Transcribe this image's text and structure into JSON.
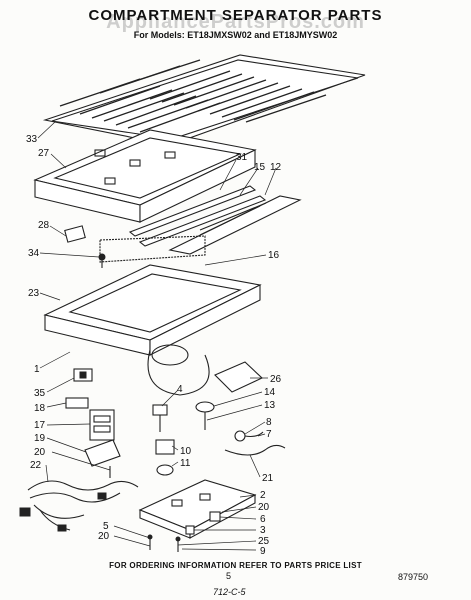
{
  "title": "COMPARTMENT SEPARATOR PARTS",
  "watermark": "AppliancePartsPros.com",
  "models": "For Models: ET18JMXSW02 and ET18JMYSW02",
  "footer": "FOR ORDERING INFORMATION REFER TO PARTS PRICE LIST",
  "page_number": "5",
  "document_number": "879750",
  "handwritten_note": "712-C-5",
  "callouts": {
    "c33": "33",
    "c27": "27",
    "c31": "31",
    "c15": "15",
    "c12": "12",
    "c28": "28",
    "c34": "34",
    "c16": "16",
    "c23": "23",
    "c1": "1",
    "c26": "26",
    "c35": "35",
    "c4": "4",
    "c14": "14",
    "c13": "13",
    "c18": "18",
    "c17": "17",
    "c8": "8",
    "c7": "7",
    "c10": "10",
    "c11": "11",
    "c19": "19",
    "c20a": "20",
    "c22": "22",
    "c21": "21",
    "c2": "2",
    "c20b": "20",
    "c6": "6",
    "c5": "5",
    "c20c": "20",
    "c3": "3",
    "c25": "25",
    "c9": "9"
  }
}
